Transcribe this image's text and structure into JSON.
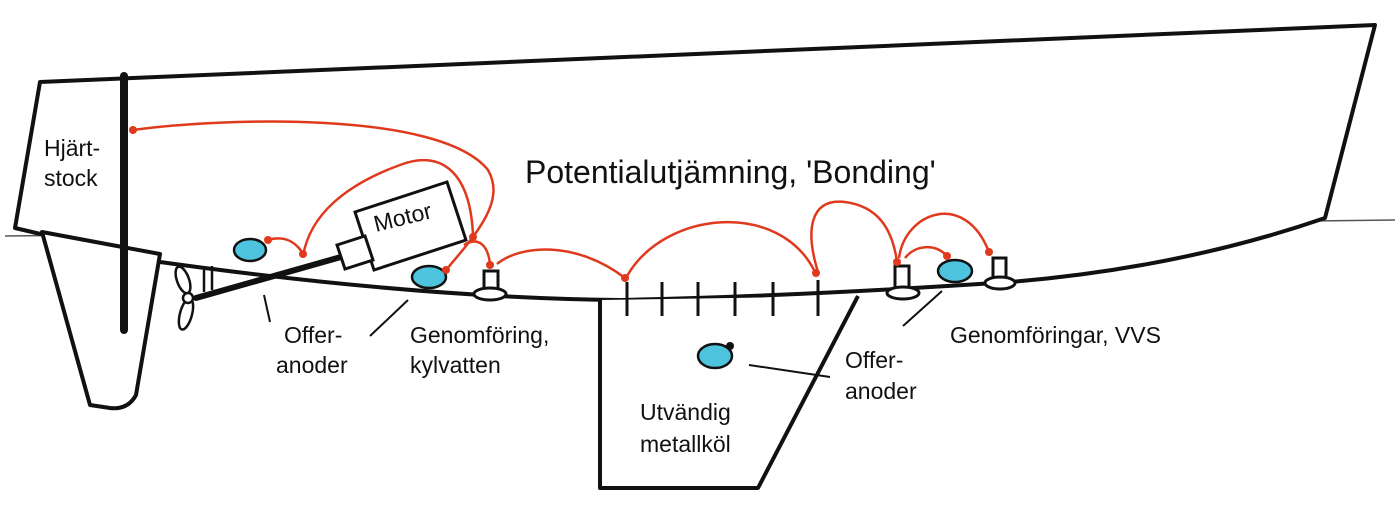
{
  "diagram": {
    "title": "Potentialutjämning, 'Bonding'",
    "labels": {
      "rudder_stock_line1": "Hjärt-",
      "rudder_stock_line2": "stock",
      "motor": "Motor",
      "sac_anodes_aft_line1": "Offer-",
      "sac_anodes_aft_line2": "anoder",
      "through_hull_cooling_line1": "Genomföring,",
      "through_hull_cooling_line2": "kylvatten",
      "external_keel_line1": "Utvändig",
      "external_keel_line2": "metallköl",
      "sac_anodes_fwd_line1": "Offer-",
      "sac_anodes_fwd_line2": "anoder",
      "through_hulls_plumbing": "Genomföringar, VVS"
    },
    "colors": {
      "bonding_wire": "#e03a1e",
      "anode_fill": "#4ec3dd",
      "outline": "#111111",
      "background": "#ffffff"
    }
  }
}
